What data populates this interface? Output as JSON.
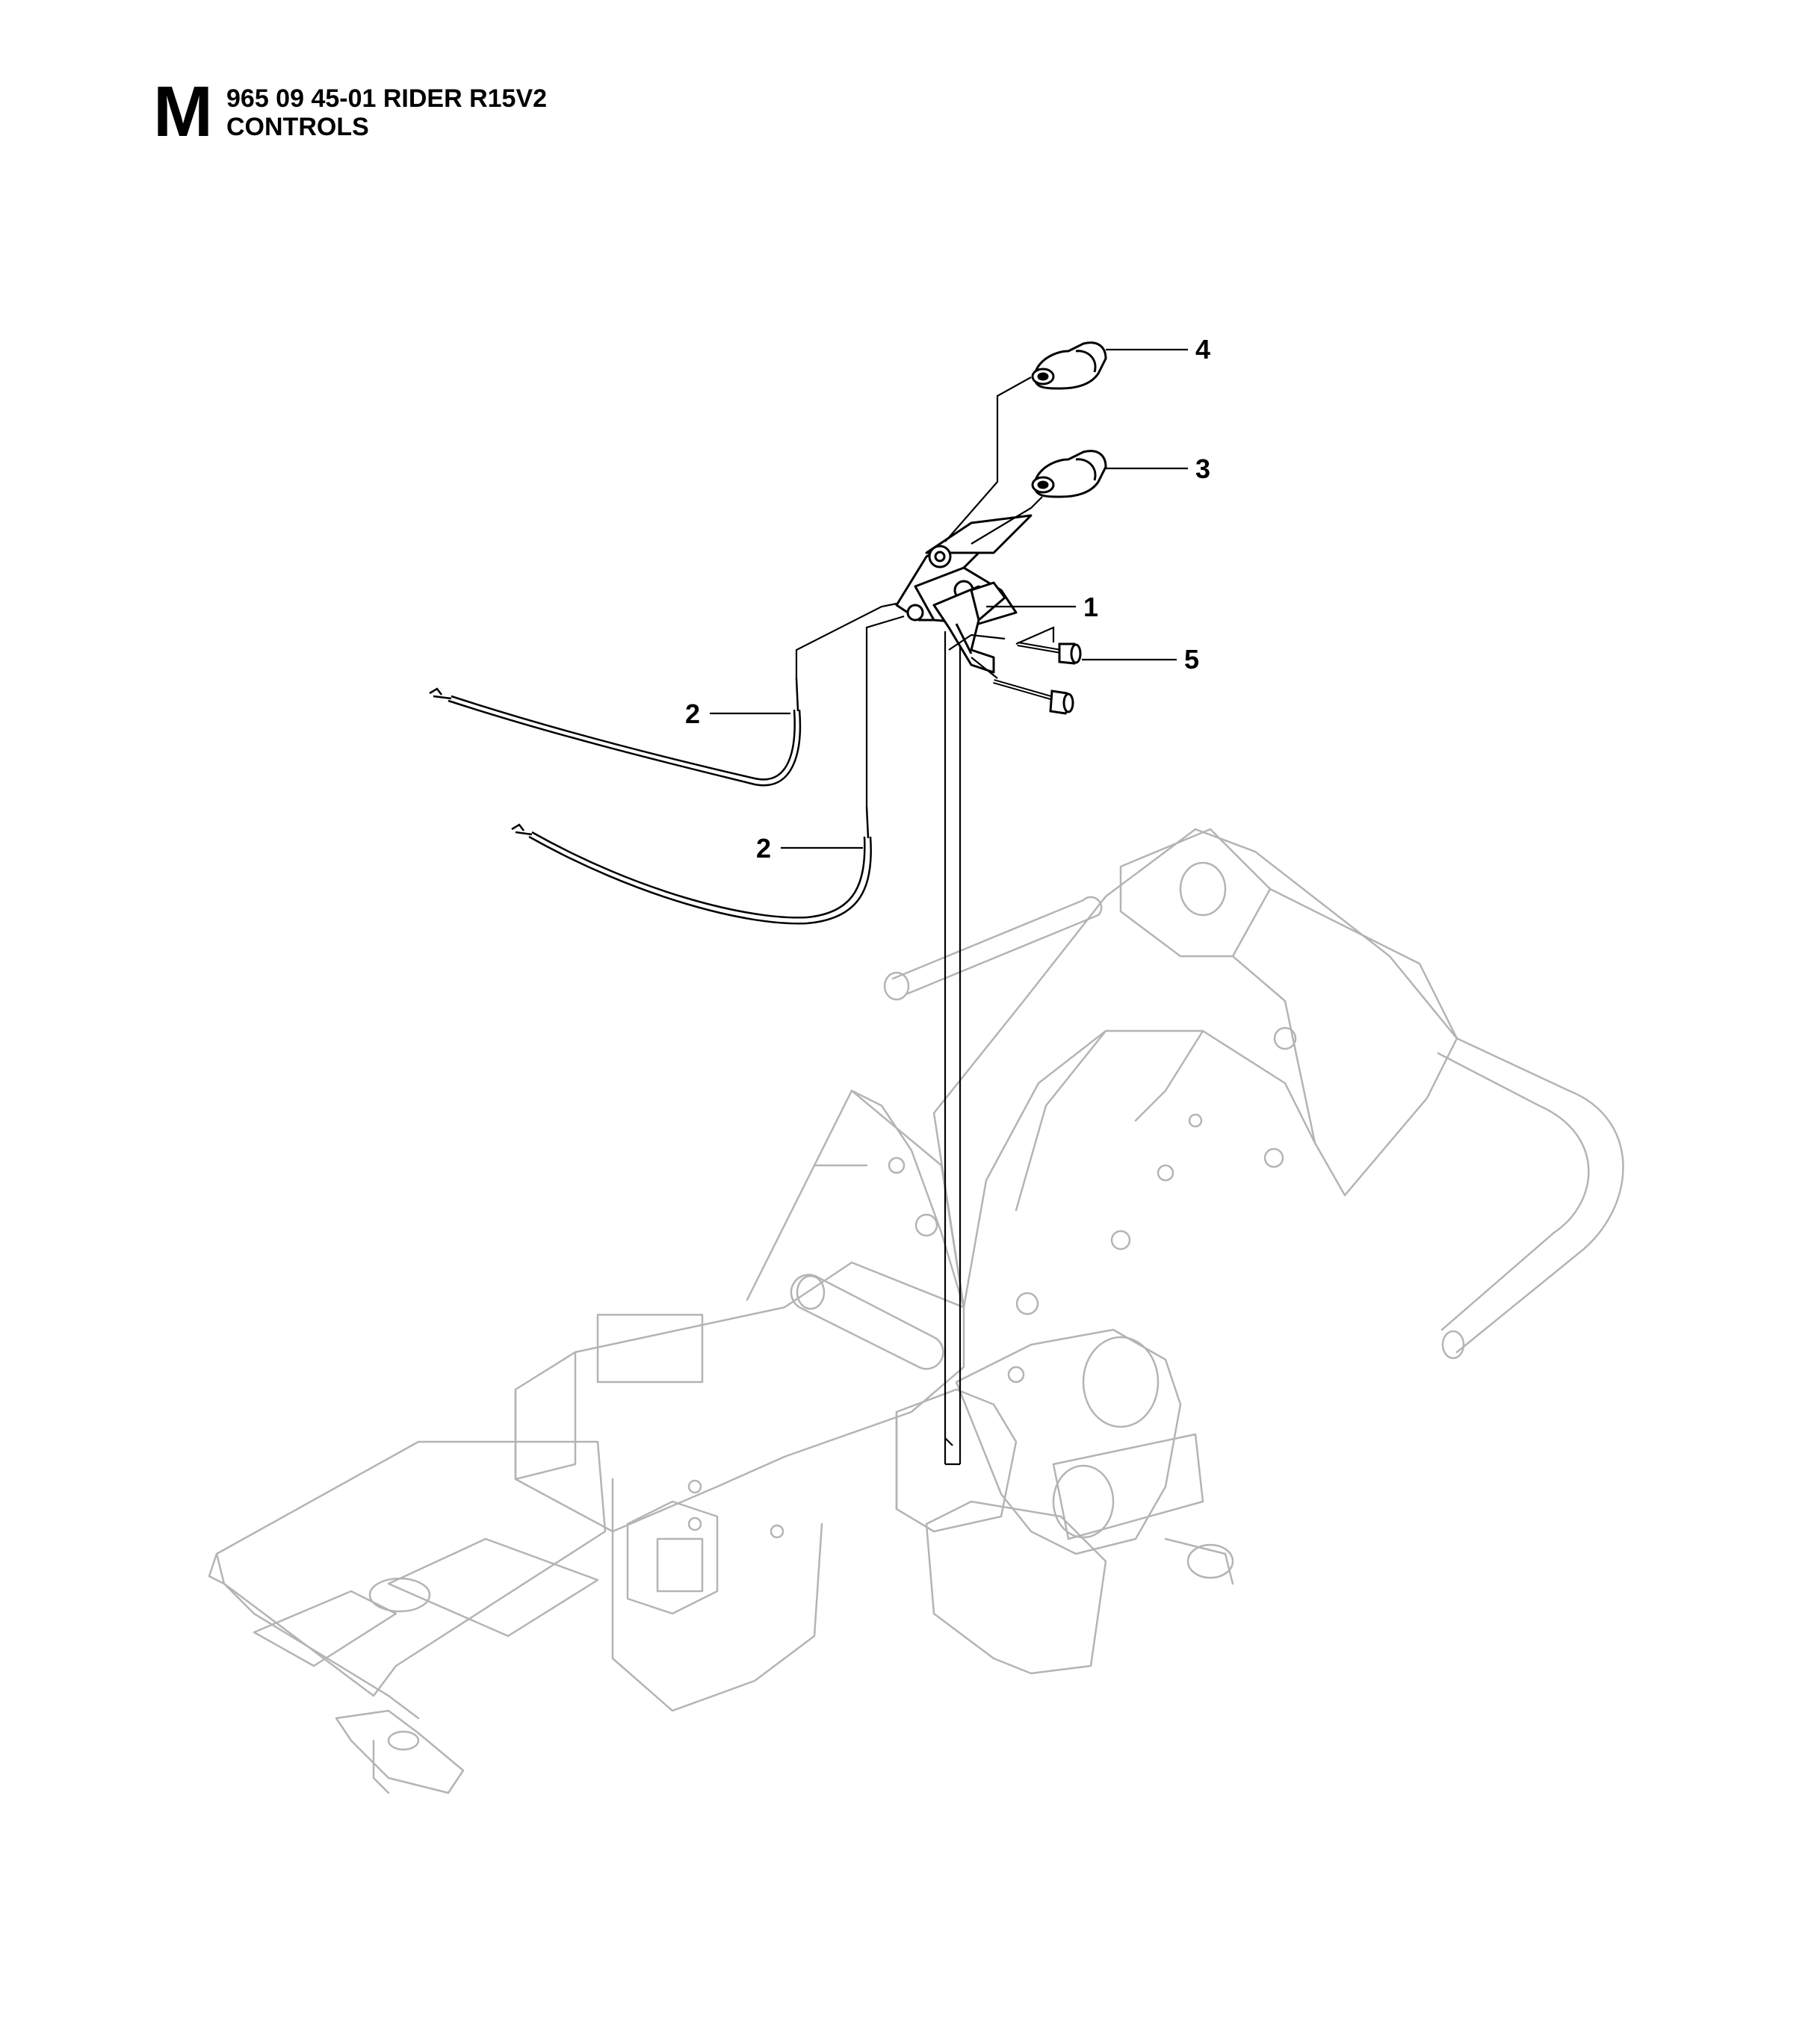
{
  "header": {
    "section_letter": "M",
    "line1": "965 09 45-01 RIDER R15V2",
    "line2": "CONTROLS"
  },
  "callouts": [
    {
      "id": "c4",
      "number": "4"
    },
    {
      "id": "c3",
      "number": "3"
    },
    {
      "id": "c1",
      "number": "1"
    },
    {
      "id": "c5",
      "number": "5"
    },
    {
      "id": "c2a",
      "number": "2"
    },
    {
      "id": "c2b",
      "number": "2"
    }
  ],
  "colors": {
    "line": "#000000",
    "frame": "#b4b4b4",
    "background": "#ffffff"
  }
}
